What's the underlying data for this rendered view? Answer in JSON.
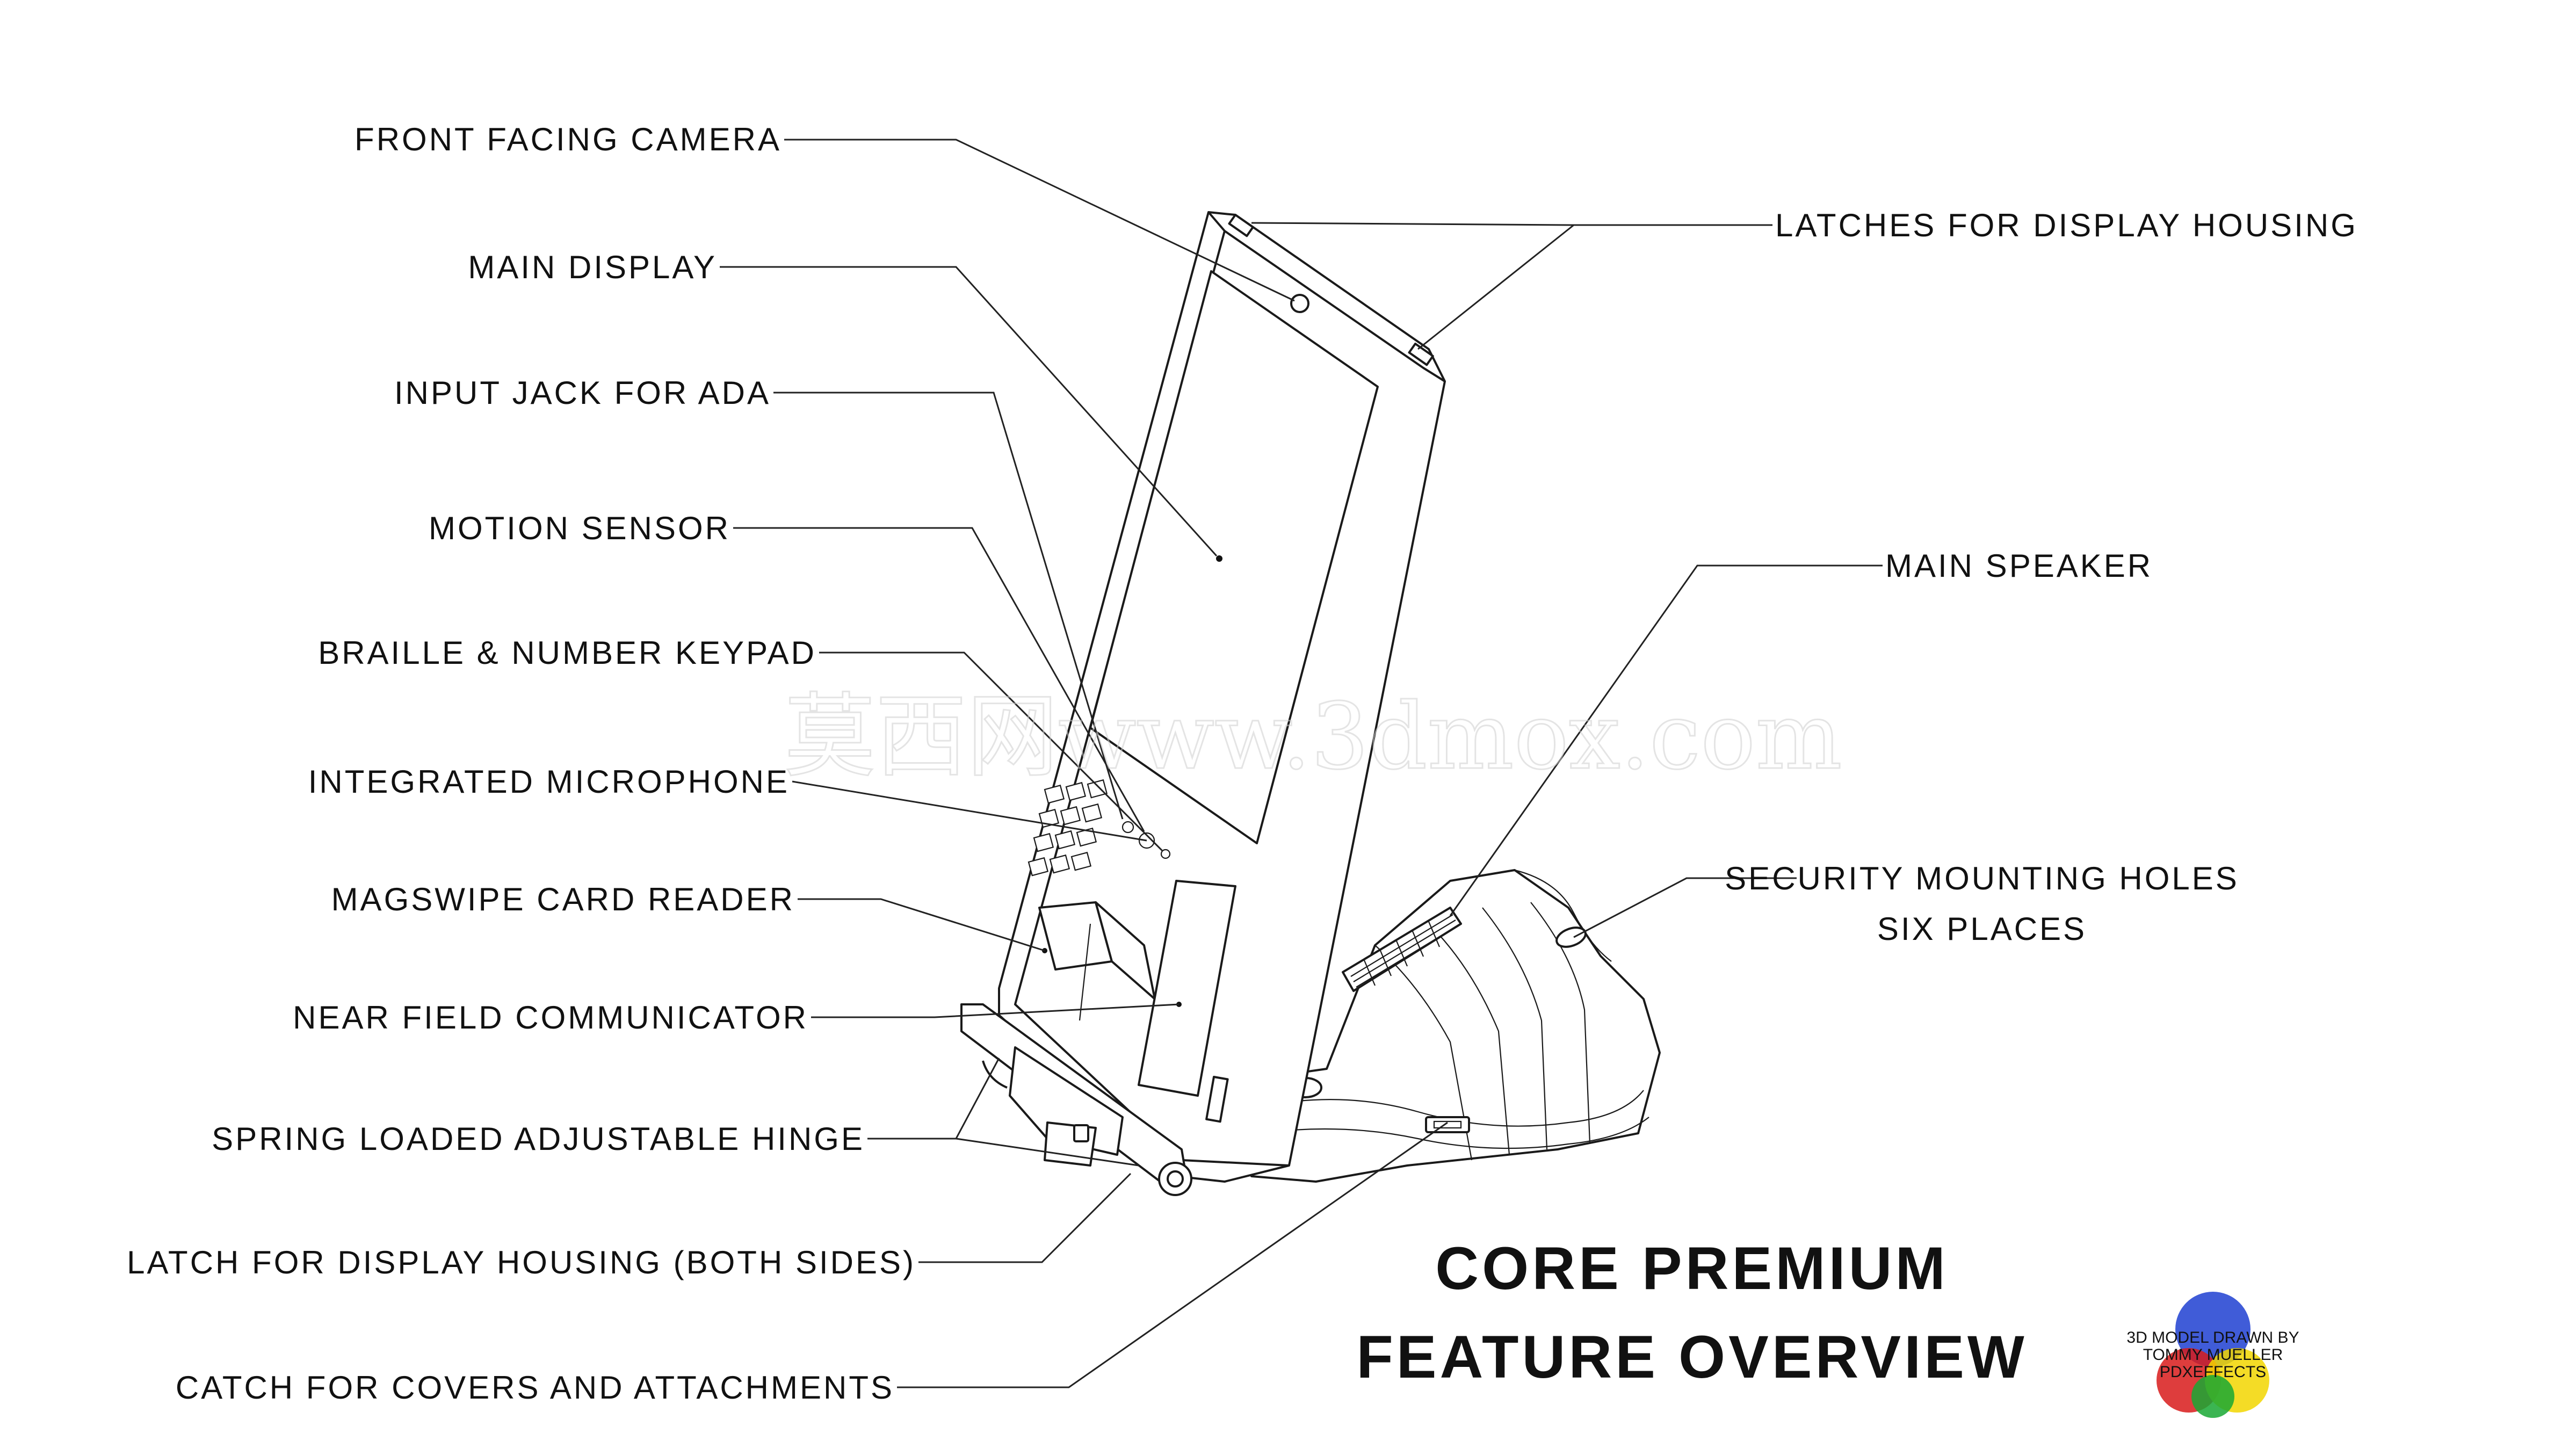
{
  "callouts_left": [
    {
      "id": "front-facing-camera",
      "label": "FRONT FACING CAMERA"
    },
    {
      "id": "main-display",
      "label": "MAIN DISPLAY"
    },
    {
      "id": "input-jack-ada",
      "label": "INPUT JACK FOR ADA"
    },
    {
      "id": "motion-sensor",
      "label": "MOTION SENSOR"
    },
    {
      "id": "braille-keypad",
      "label": "BRAILLE & NUMBER KEYPAD"
    },
    {
      "id": "integrated-microphone",
      "label": "INTEGRATED MICROPHONE"
    },
    {
      "id": "magswipe-reader",
      "label": "MAGSWIPE CARD READER"
    },
    {
      "id": "near-field-communicator",
      "label": "NEAR FIELD COMMUNICATOR"
    },
    {
      "id": "spring-hinge",
      "label": "SPRING LOADED ADJUSTABLE HINGE"
    },
    {
      "id": "latch-display-housing",
      "label": "LATCH FOR DISPLAY HOUSING (BOTH SIDES)"
    },
    {
      "id": "catch-covers",
      "label": "CATCH FOR COVERS AND ATTACHMENTS"
    }
  ],
  "callouts_right": [
    {
      "id": "latches-display-housing",
      "label": "LATCHES FOR DISPLAY HOUSING"
    },
    {
      "id": "main-speaker",
      "label": "MAIN SPEAKER"
    },
    {
      "id": "security-holes",
      "label": "SECURITY MOUNTING HOLES",
      "label2": "SIX PLACES"
    }
  ],
  "title": {
    "line1": "CORE PREMIUM",
    "line2": "FEATURE OVERVIEW"
  },
  "credit": {
    "line1": "3D MODEL DRAWN BY",
    "line2": "TOMMY MUELLER",
    "line3": "PDXEFFECTS"
  },
  "logo_colors": {
    "top": "#1f3fd1",
    "left": "#d81b1b",
    "right": "#f2d600",
    "bottom": "#19a834"
  },
  "watermark": "莫西网www.3dmox.com"
}
